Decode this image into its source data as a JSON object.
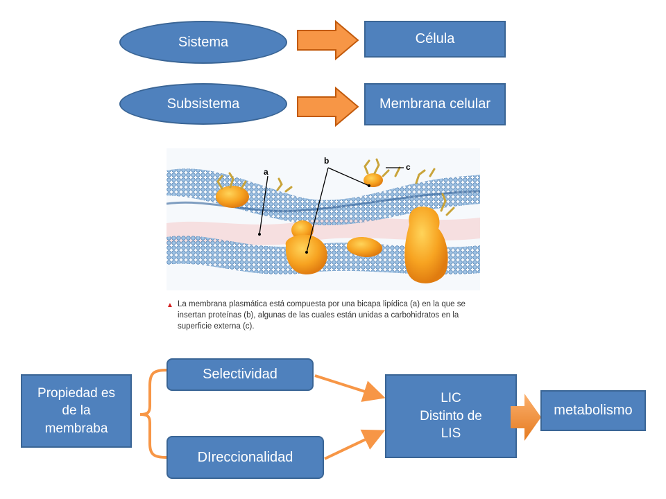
{
  "top_row_1": {
    "left": "Sistema",
    "right": "Célula"
  },
  "top_row_2": {
    "left": "Subsistema",
    "right": "Membrana celular"
  },
  "figure": {
    "labels": {
      "a": "a",
      "b": "b",
      "c": "c"
    },
    "caption": "La membrana plasmática está compuesta por una bicapa lipídica (a) en la que se insertan proteínas (b), algunas de las cuales están unidas a carbohidratos en la superficie externa (c)."
  },
  "bottom": {
    "properties": [
      "Propiedad es",
      "de la",
      "membraba"
    ],
    "selectivity": "Selectividad",
    "directionality": "DIreccionalidad",
    "lic": [
      "LIC",
      "Distinto de",
      "LIS"
    ],
    "metabolism": "metabolismo"
  },
  "colors": {
    "node_fill": "#4f81bd",
    "node_border": "#3a6595",
    "orange_arrow": "#f79646",
    "caption_marker": "#d32020"
  }
}
